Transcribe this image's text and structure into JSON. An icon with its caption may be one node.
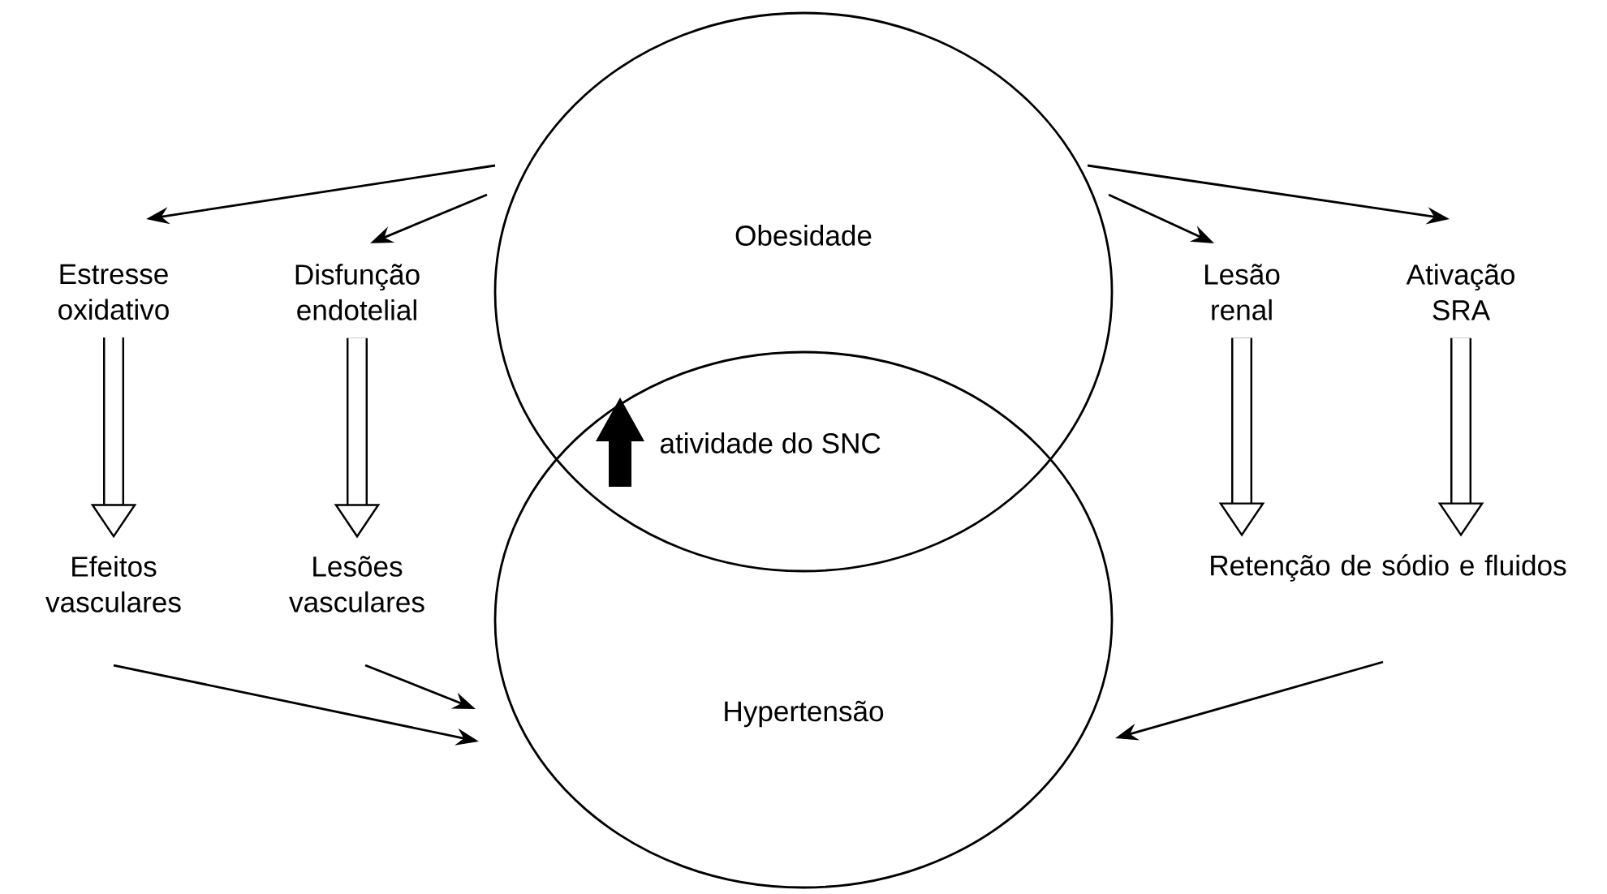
{
  "diagram": {
    "nodes": [
      {
        "text": [
          "Obesidade"
        ]
      },
      {
        "text": [
          "Hypertensão"
        ]
      },
      {
        "text": [
          "Estresse oxidativo"
        ]
      },
      {
        "text": [
          "Disfunção endotelial"
        ]
      },
      {
        "text": [
          "Lesão renal"
        ]
      },
      {
        "text": [
          "Ativação SRA"
        ]
      },
      {
        "text": [
          "Efeitos vasculares"
        ]
      },
      {
        "text": [
          "Lesões vasculares"
        ]
      },
      {
        "text": [
          "Retenção de sódio e fluidos"
        ]
      }
    ],
    "edges": [
      {
        "from": 0,
        "to": 2,
        "arrow": "to"
      },
      {
        "from": 0,
        "to": 3,
        "arrow": "to"
      },
      {
        "from": 0,
        "to": 4,
        "arrow": "to"
      },
      {
        "from": 0,
        "to": 5,
        "arrow": "to"
      },
      {
        "from": 2,
        "to": 6,
        "arrow": "to",
        "style": "thick"
      },
      {
        "from": 3,
        "to": 7,
        "arrow": "to",
        "style": "thick"
      },
      {
        "from": 4,
        "to": 8,
        "arrow": "to",
        "style": "thick"
      },
      {
        "from": 5,
        "to": 8,
        "arrow": "to",
        "style": "thick"
      },
      {
        "from": 6,
        "to": 1,
        "arrow": "to"
      },
      {
        "from": 7,
        "to": 1,
        "arrow": "to"
      },
      {
        "from": 8,
        "to": 1,
        "arrow": "to"
      }
    ],
    "labels": [
      "atividade do SNC"
    ]
  }
}
